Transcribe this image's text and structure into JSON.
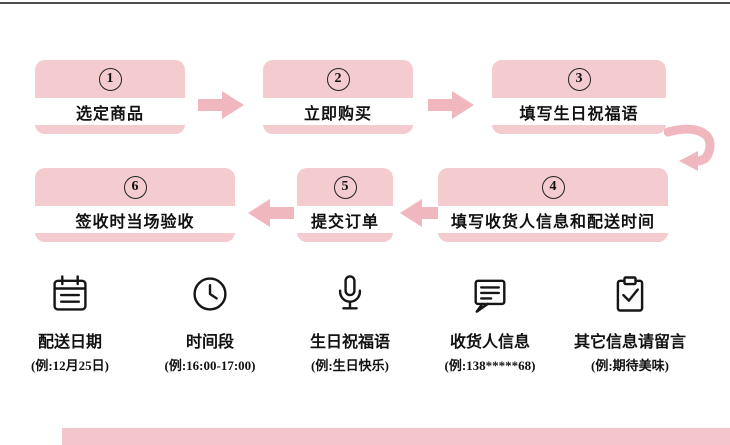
{
  "flow": {
    "row1": [
      {
        "num": "1",
        "label": "选定商品"
      },
      {
        "num": "2",
        "label": "立即购买"
      },
      {
        "num": "3",
        "label": "填写生日祝福语"
      }
    ],
    "row2": [
      {
        "num": "6",
        "label": "签收时当场验收"
      },
      {
        "num": "5",
        "label": "提交订单"
      },
      {
        "num": "4",
        "label": "填写收货人信息和配送时间"
      }
    ]
  },
  "legend": [
    {
      "icon": "calendar-icon",
      "title": "配送日期",
      "example": "(例:12月25日)"
    },
    {
      "icon": "clock-icon",
      "title": "时间段",
      "example": "(例:16:00-17:00)"
    },
    {
      "icon": "microphone-icon",
      "title": "生日祝福语",
      "example": "(例:生日快乐)"
    },
    {
      "icon": "note-icon",
      "title": "收货人信息",
      "example": "(例:138*****68)"
    },
    {
      "icon": "clipboard-check-icon",
      "title": "其它信息请留言",
      "example": "(例:期待美味)"
    }
  ],
  "colors": {
    "box_pink": "#f4cbcf",
    "arrow_pink": "#f0b8be",
    "bottom_bar_pink": "#f2c6ca",
    "top_line": "#4d4d4d"
  }
}
